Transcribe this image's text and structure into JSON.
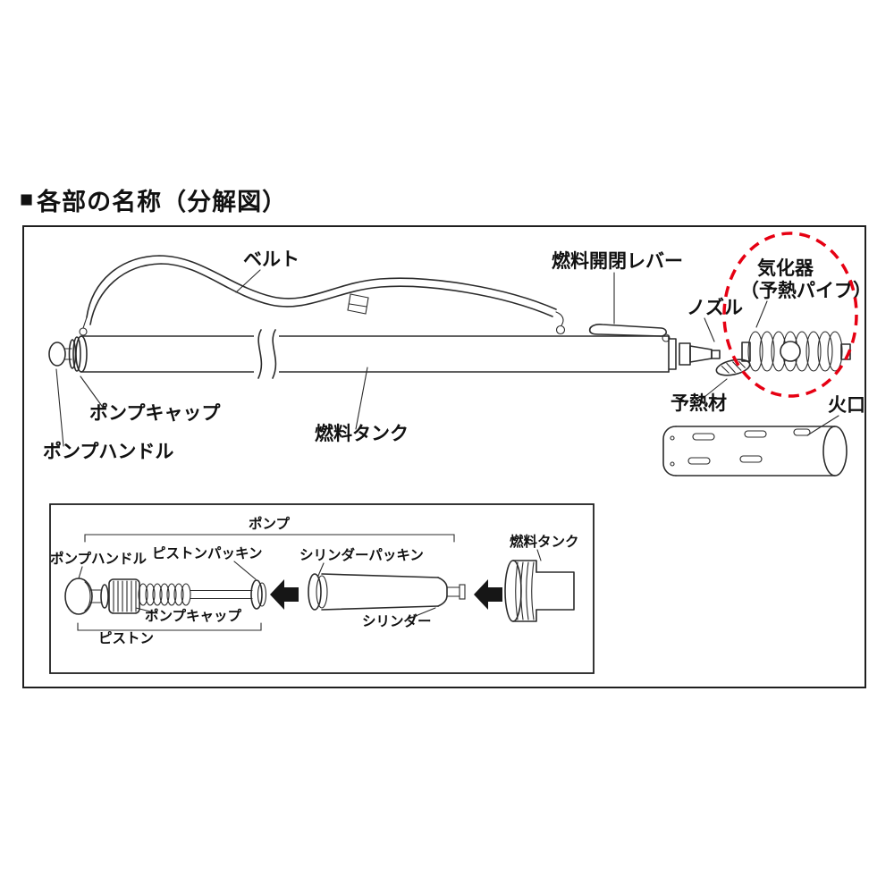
{
  "header": {
    "marker": "■",
    "title": "各部の名称（分解図）"
  },
  "diagram": {
    "highlight_color": "#e60012",
    "labels": {
      "belt": "ベルト",
      "fuel_lever": "燃料開閉レバー",
      "vaporizer_1": "気化器",
      "vaporizer_2": "（予熱パイプ）",
      "nozzle": "ノズル",
      "preheat_material": "予熱材",
      "burner_head": "火口",
      "pump_cap": "ポンプキャップ",
      "pump_handle": "ポンプハンドル",
      "fuel_tank": "燃料タンク"
    }
  },
  "inset": {
    "labels": {
      "pump": "ポンプ",
      "pump_handle": "ポンプハンドル",
      "piston_packing": "ピストンパッキン",
      "cylinder_packing": "シリンダーパッキン",
      "fuel_tank": "燃料タンク",
      "pump_cap": "ポンプキャップ",
      "piston": "ピストン",
      "cylinder": "シリンダー"
    }
  }
}
